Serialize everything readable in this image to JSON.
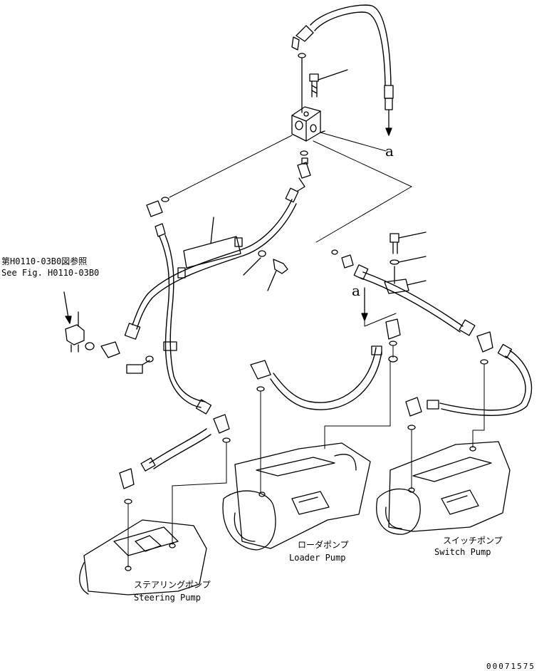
{
  "labels": {
    "fig_ref_jp": "第H0110-03B0図参照",
    "fig_ref_en": "See Fig. H0110-03B0",
    "loader_jp": "ローダポンプ",
    "loader_en": "Loader Pump",
    "switch_jp": "スイッチポンプ",
    "switch_en": "Switch Pump",
    "steering_jp": "ステアリングポンプ",
    "steering_en": "Steering Pump",
    "marker_a": "a",
    "part_number": "00071575"
  }
}
